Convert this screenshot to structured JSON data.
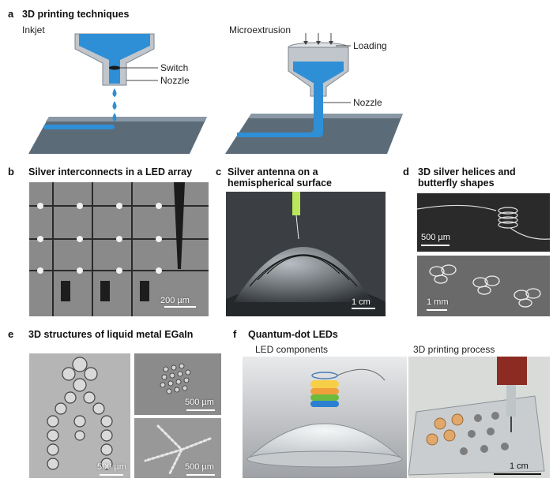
{
  "panel_a": {
    "letter": "a",
    "title": "3D printing techniques",
    "inkjet": {
      "label": "Inkjet",
      "switch_label": "Switch",
      "nozzle_label": "Nozzle"
    },
    "microextrusion": {
      "label": "Microextrusion",
      "loading_label": "Loading",
      "nozzle_label": "Nozzle"
    }
  },
  "panel_b": {
    "letter": "b",
    "title": "Silver interconnects in a LED array",
    "scale": "200 µm"
  },
  "panel_c": {
    "letter": "c",
    "title": "Silver antenna on a hemispherical surface",
    "scale": "1 cm"
  },
  "panel_d": {
    "letter": "d",
    "title": "3D silver helices and butterfly shapes",
    "scale_top": "500 µm",
    "scale_bottom": "1 mm"
  },
  "panel_e": {
    "letter": "e",
    "title": "3D structures of liquid metal EGaIn",
    "scale_main": "500 µm",
    "scale_top_right": "500 µm",
    "scale_bottom_right": "500 µm"
  },
  "panel_f": {
    "letter": "f",
    "title": "Quantum-dot LEDs",
    "left_label": "LED components",
    "right_label": "3D printing process",
    "scale": "1 cm"
  },
  "colors": {
    "ink": "#2f8fd6",
    "ink_dark": "#1b6db1",
    "substrate": "#5c6b78",
    "substrate_light": "#7f8e9b",
    "metal": "#c0c6cc"
  }
}
